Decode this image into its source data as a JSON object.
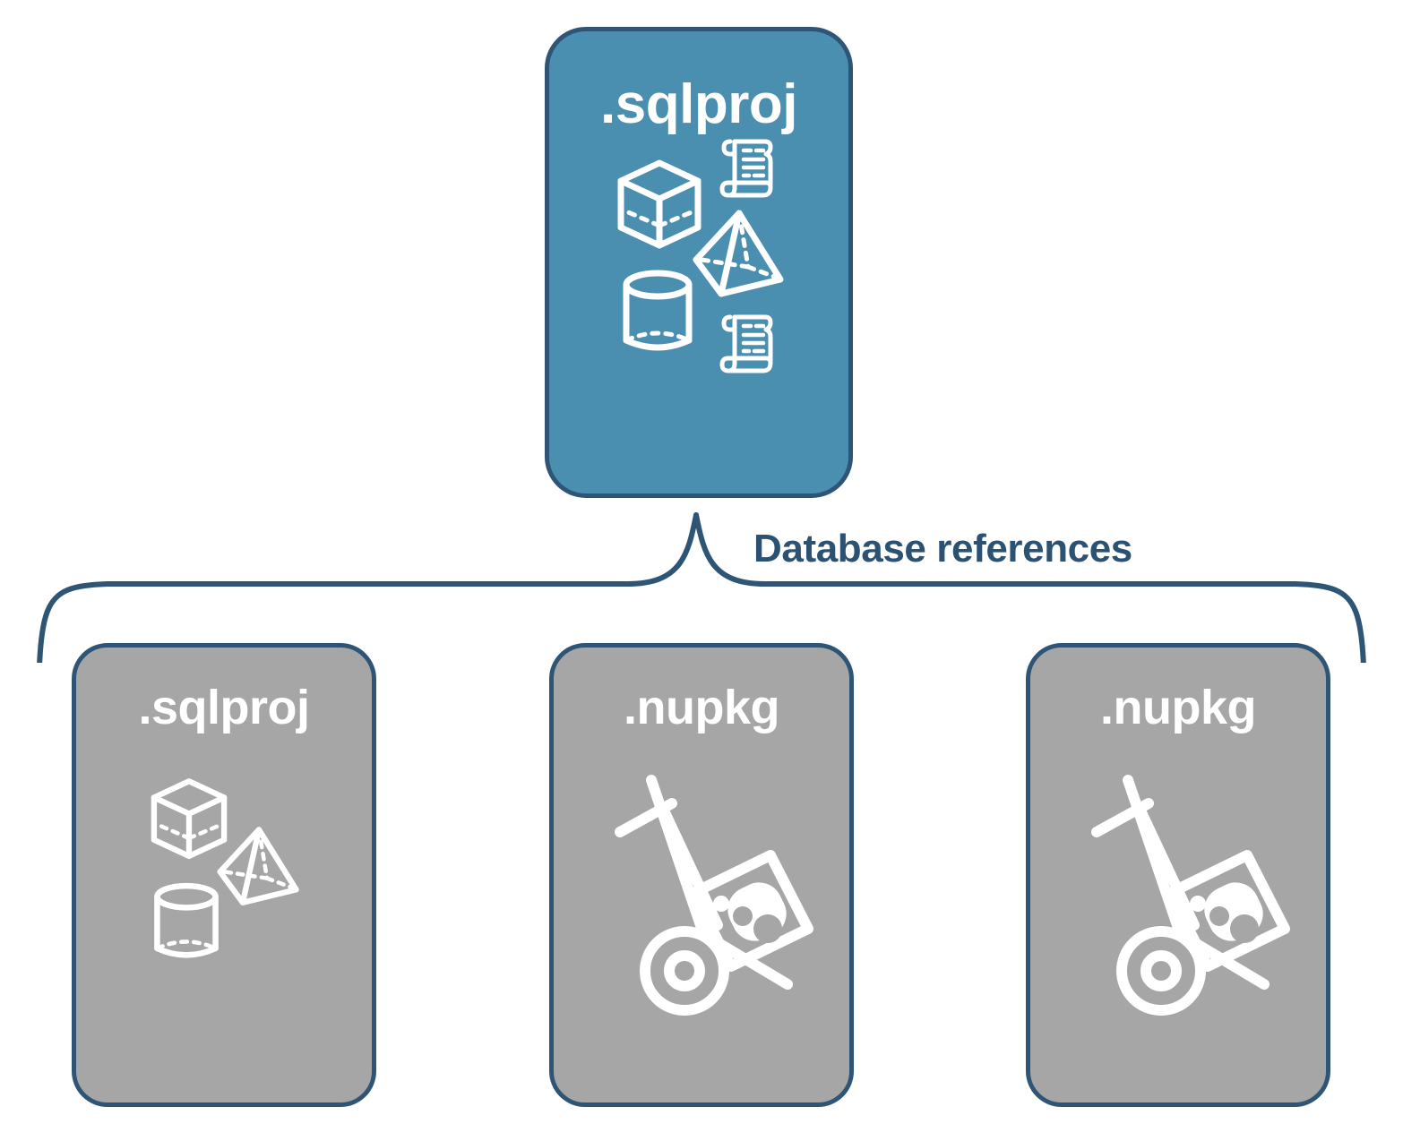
{
  "diagram": {
    "title_label": "Database references",
    "colors": {
      "accent_blue": "#4a8eb0",
      "border_navy": "#2e5575",
      "card_gray": "#a6a6a6",
      "label_text": "#2b5272",
      "icon_white": "#ffffff",
      "background": "#ffffff"
    },
    "parent": {
      "label": ".sqlproj",
      "icons": [
        "cube-icon",
        "scroll-icon",
        "pyramid-icon",
        "cylinder-icon",
        "scroll-icon"
      ]
    },
    "children": [
      {
        "label": ".sqlproj",
        "icons": [
          "cube-icon",
          "pyramid-icon",
          "cylinder-icon"
        ]
      },
      {
        "label": ".nupkg",
        "icons": [
          "hand-truck-package-icon"
        ]
      },
      {
        "label": ".nupkg",
        "icons": [
          "hand-truck-package-icon"
        ]
      }
    ]
  }
}
